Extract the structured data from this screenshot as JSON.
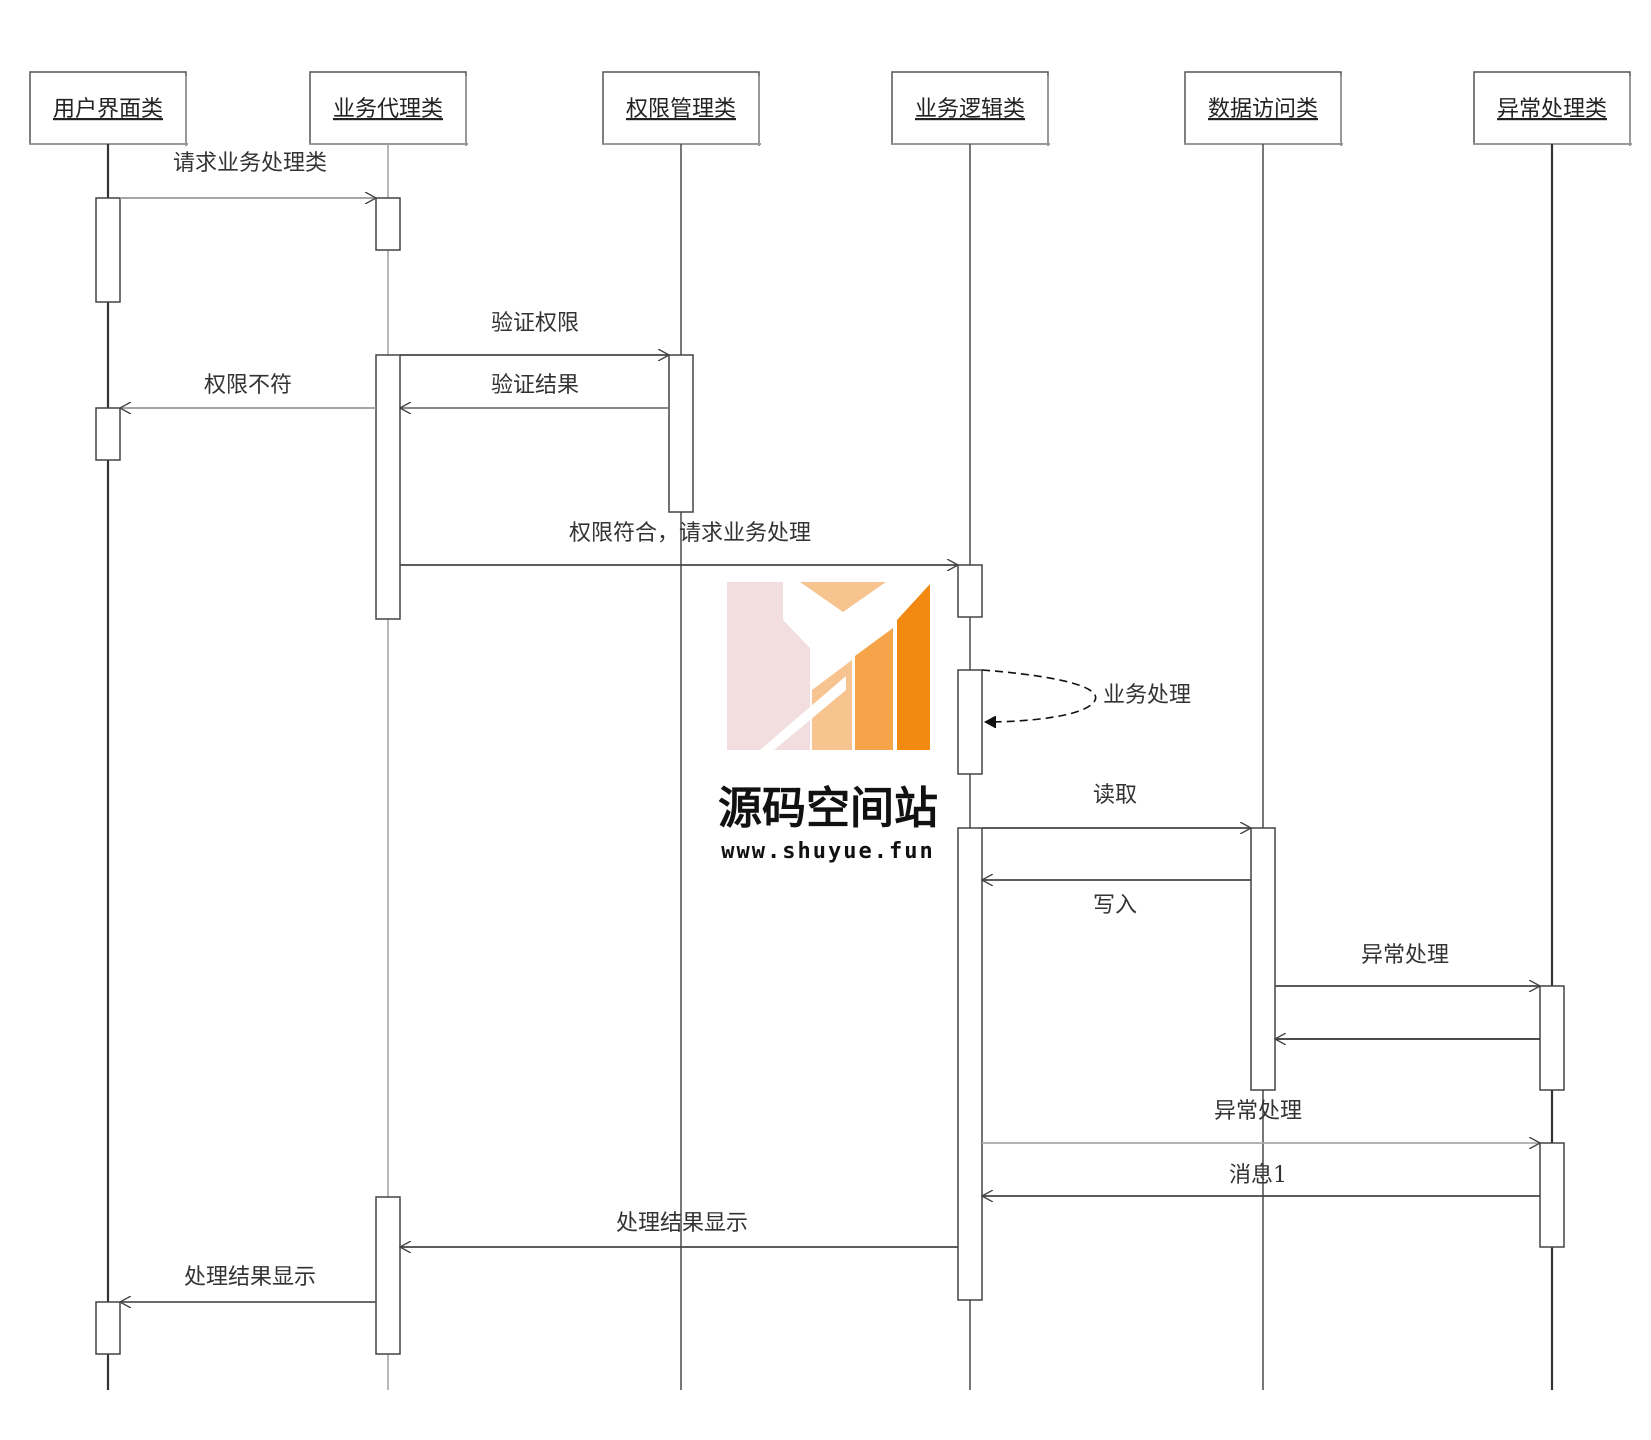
{
  "lifelines": [
    {
      "id": "ui",
      "label": "用户界面类"
    },
    {
      "id": "proxy",
      "label": "业务代理类"
    },
    {
      "id": "perm",
      "label": "权限管理类"
    },
    {
      "id": "logic",
      "label": "业务逻辑类"
    },
    {
      "id": "dao",
      "label": "数据访问类"
    },
    {
      "id": "exc",
      "label": "异常处理类"
    }
  ],
  "messages": [
    {
      "from": "ui",
      "to": "proxy",
      "label": "请求业务处理类",
      "style": "solid"
    },
    {
      "from": "proxy",
      "to": "perm",
      "label": "验证权限",
      "style": "solid"
    },
    {
      "from": "perm",
      "to": "proxy",
      "label": "验证结果",
      "style": "solid"
    },
    {
      "from": "proxy",
      "to": "ui",
      "label": "权限不符",
      "style": "solid"
    },
    {
      "from": "proxy",
      "to": "logic",
      "label": "权限符合，请求业务处理",
      "style": "solid"
    },
    {
      "from": "logic",
      "to": "logic",
      "label": "业务处理",
      "style": "dashed"
    },
    {
      "from": "logic",
      "to": "dao",
      "label": "读取",
      "style": "solid"
    },
    {
      "from": "dao",
      "to": "logic",
      "label": "写入",
      "style": "solid"
    },
    {
      "from": "dao",
      "to": "exc",
      "label": "异常处理",
      "style": "solid"
    },
    {
      "from": "exc",
      "to": "dao",
      "label": "",
      "style": "solid"
    },
    {
      "from": "logic",
      "to": "exc",
      "label": "异常处理",
      "style": "solid"
    },
    {
      "from": "exc",
      "to": "logic",
      "label": "消息1",
      "style": "solid"
    },
    {
      "from": "logic",
      "to": "proxy",
      "label": "处理结果显示",
      "style": "solid"
    },
    {
      "from": "proxy",
      "to": "ui",
      "label": "处理结果显示",
      "style": "solid"
    }
  ],
  "watermark": {
    "title": "源码空间站",
    "url": "www.shuyue.fun",
    "colors": [
      "#f2dede",
      "#f7c38f",
      "#f5a44a",
      "#f28a12"
    ]
  }
}
